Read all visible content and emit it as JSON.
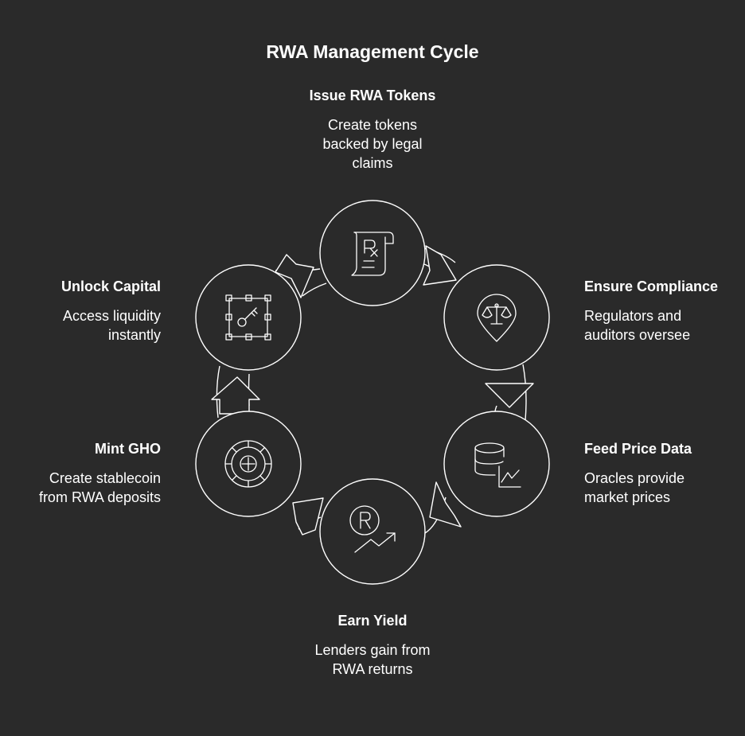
{
  "title": "RWA Management Cycle",
  "colors": {
    "background": "#2a2a2a",
    "stroke": "#ffffff",
    "text": "#ffffff"
  },
  "steps": [
    {
      "heading": "Issue RWA Tokens",
      "description": "Create tokens\nbacked by legal\nclaims",
      "icon": "prescription-document-icon"
    },
    {
      "heading": "Ensure Compliance",
      "description": "Regulators and\nauditors oversee",
      "icon": "scales-pin-icon"
    },
    {
      "heading": "Feed Price Data",
      "description": "Oracles provide\nmarket prices",
      "icon": "database-chart-icon"
    },
    {
      "heading": "Earn Yield",
      "description": "Lenders gain from\nRWA returns",
      "icon": "registered-trend-icon"
    },
    {
      "heading": "Mint GHO",
      "description": "Create stablecoin\nfrom RWA deposits",
      "icon": "roulette-wheel-icon"
    },
    {
      "heading": "Unlock Capital",
      "description": "Access liquidity\ninstantly",
      "icon": "key-frame-icon"
    }
  ]
}
